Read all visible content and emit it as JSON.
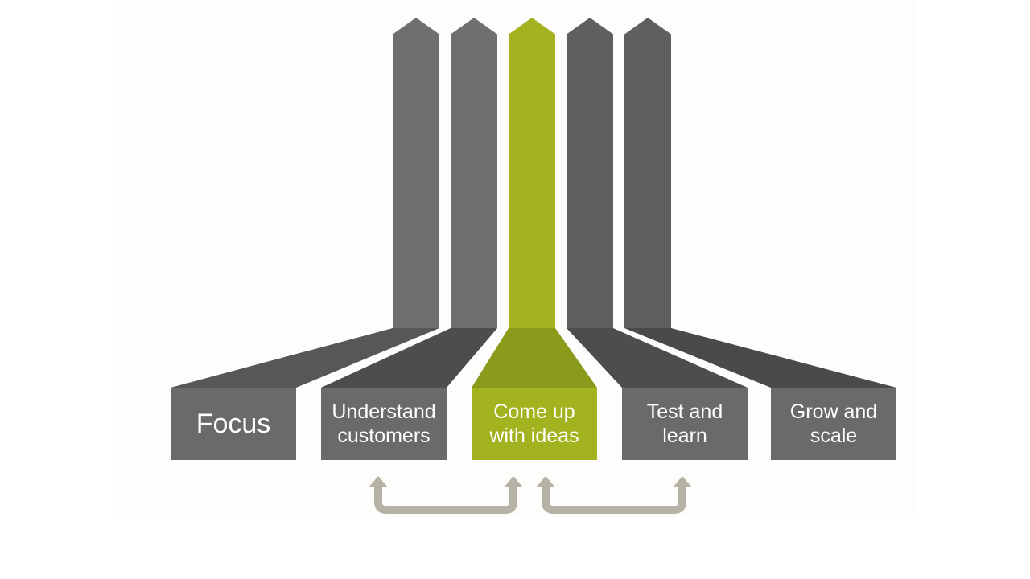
{
  "colors": {
    "accent": "#a2b31f",
    "accent_dark": "#8a9a1b",
    "arrow_gray": "#6f6f6f",
    "arrow_gray_dark": "#5f5f5f",
    "bridge_gray": "#4d4d4d",
    "box_gray": "#6a6a6a",
    "loop_arrow": "#b6b2a5"
  },
  "steps": [
    {
      "label": "Focus",
      "highlight": false
    },
    {
      "label": "Understand customers",
      "highlight": false
    },
    {
      "label": "Come up with ideas",
      "highlight": true
    },
    {
      "label": "Test and learn",
      "highlight": false
    },
    {
      "label": "Grow and scale",
      "highlight": false
    }
  ],
  "loops": [
    {
      "from": "Understand customers",
      "to": "Come up with ideas",
      "icon": "loop-arrow-icon"
    },
    {
      "from": "Come up with ideas",
      "to": "Test and learn",
      "icon": "loop-arrow-icon"
    }
  ]
}
